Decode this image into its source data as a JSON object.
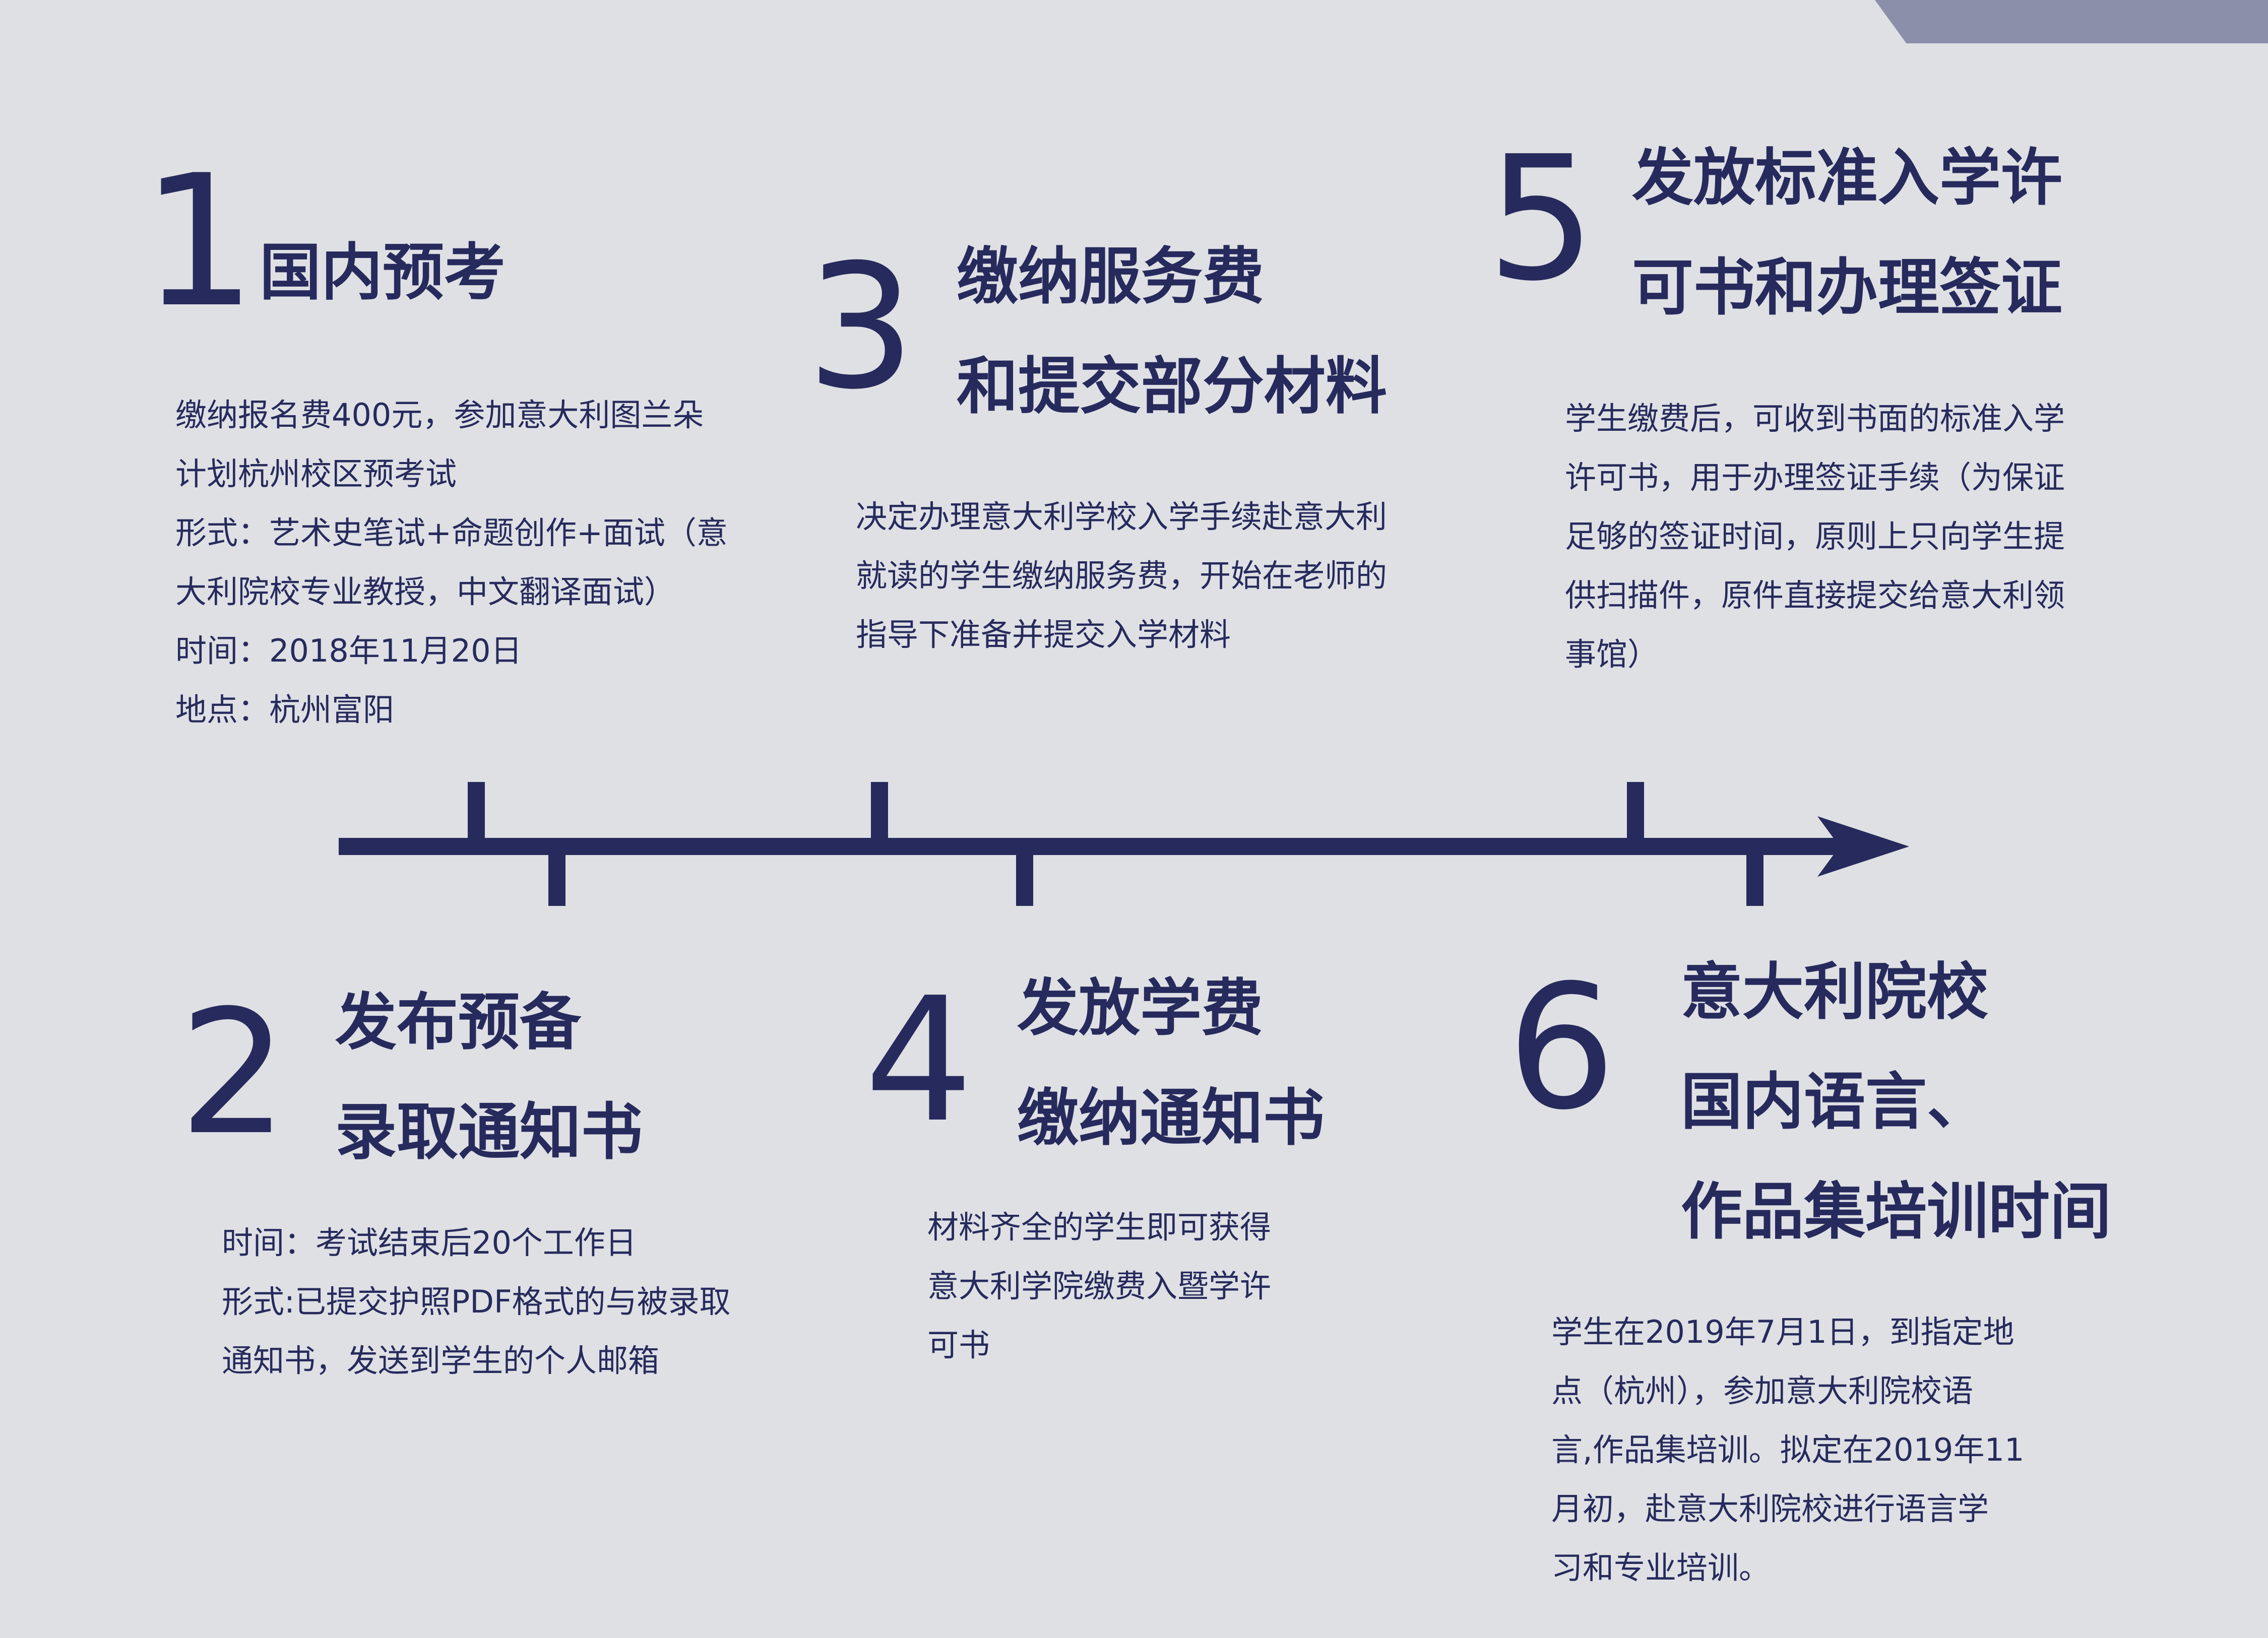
{
  "steps": [
    {
      "number": "1",
      "title": [
        "国内预考"
      ],
      "desc": [
        "缴纳报名费400元，参加意大利图兰朵",
        "计划杭州校区预考试",
        "形式：艺术史笔试+命题创作+面试（意",
        "大利院校专业教授，中文翻译面试）",
        "时间：2018年11月20日",
        "地点：杭州富阳"
      ]
    },
    {
      "number": "2",
      "title": [
        "发布预备",
        "录取通知书"
      ],
      "desc": [
        "时间：考试结束后20个工作日",
        "形式:已提交护照PDF格式的与被录取",
        "通知书，发送到学生的个人邮箱"
      ]
    },
    {
      "number": "3",
      "title": [
        "缴纳服务费",
        "和提交部分材料"
      ],
      "desc": [
        "决定办理意大利学校入学手续赴意大利",
        "就读的学生缴纳服务费，开始在老师的",
        "指导下准备并提交入学材料"
      ]
    },
    {
      "number": "4",
      "title": [
        "发放学费",
        "缴纳通知书"
      ],
      "desc": [
        "材料齐全的学生即可获得",
        "意大利学院缴费入暨学许",
        "可书"
      ]
    },
    {
      "number": "5",
      "title": [
        "发放标准入学许",
        "可书和办理签证"
      ],
      "desc": [
        "学生缴费后，可收到书面的标准入学",
        "许可书，用于办理签证手续（为保证",
        "足够的签证时间，原则上只向学生提",
        "供扫描件，原件直接提交给意大利领",
        "事馆）"
      ]
    },
    {
      "number": "6",
      "title": [
        "意大利院校",
        "国内语言、",
        "作品集培训时间"
      ],
      "desc": [
        "学生在2019年7月1日，到指定地",
        "点（杭州），参加意大利院校语",
        "言,作品集培训。拟定在2019年11",
        "月初，赴意大利院校进行语言学",
        "习和专业培训。"
      ]
    }
  ],
  "colors": {
    "background": "#dee0e4",
    "primary": "#272a5c",
    "corner": "#8b8faa"
  }
}
